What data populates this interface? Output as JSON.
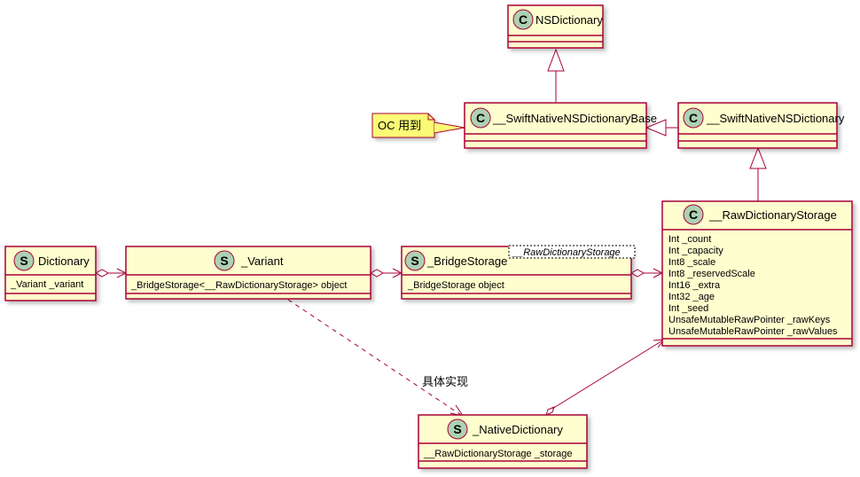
{
  "colors": {
    "box_fill": "#FEFECE",
    "box_stroke": "#A80036",
    "class_circle": "#ADD1B2",
    "note_fill": "#FBFB77"
  },
  "classes": {
    "nsdictionary": {
      "stereotype": "C",
      "name": "NSDictionary",
      "fields": []
    },
    "swift_native_base": {
      "stereotype": "C",
      "name": "__SwiftNativeNSDictionaryBase",
      "fields": []
    },
    "swift_native": {
      "stereotype": "C",
      "name": "__SwiftNativeNSDictionary",
      "fields": []
    },
    "raw_storage": {
      "stereotype": "C",
      "name": "__RawDictionaryStorage",
      "fields": [
        "Int _count",
        "Int _capacity",
        "Int8  _scale",
        "Int8 _reservedScale",
        "Int16  _extra",
        "Int32 _age",
        "Int _seed",
        "UnsafeMutableRawPointer _rawKeys",
        "UnsafeMutableRawPointer _rawValues"
      ]
    },
    "dictionary": {
      "stereotype": "S",
      "name": "Dictionary",
      "fields": [
        "_Variant _variant"
      ]
    },
    "variant": {
      "stereotype": "S",
      "name": "_Variant",
      "fields": [
        "_BridgeStorage<__RawDictionaryStorage> object"
      ]
    },
    "bridge_storage": {
      "stereotype": "S",
      "name": "_BridgeStorage",
      "generic": "__RawDictionaryStorage",
      "fields": [
        "_BridgeStorage object"
      ]
    },
    "native_dictionary": {
      "stereotype": "S",
      "name": "_NativeDictionary",
      "fields": [
        "__RawDictionaryStorage _storage"
      ]
    }
  },
  "note": {
    "text": "OC 用到"
  },
  "edge_labels": {
    "implements": "具体实现"
  }
}
